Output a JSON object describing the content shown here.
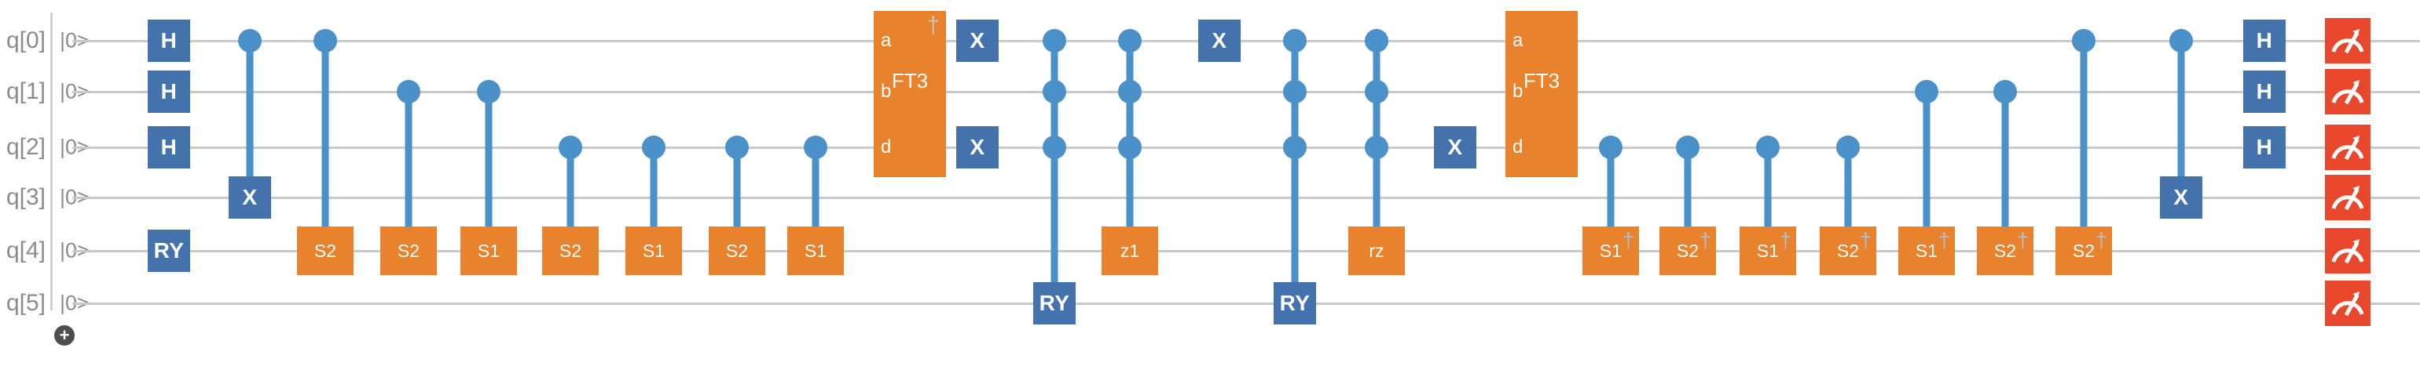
{
  "circuit": {
    "qubits": [
      {
        "label": "q[0]",
        "state": "|0>"
      },
      {
        "label": "q[1]",
        "state": "|0>"
      },
      {
        "label": "q[2]",
        "state": "|0>"
      },
      {
        "label": "q[3]",
        "state": "|0>"
      },
      {
        "label": "q[4]",
        "state": "|0>"
      },
      {
        "label": "q[5]",
        "state": "|0>"
      }
    ],
    "add_qubit_button": "+",
    "colors": {
      "gate_blue": "#4472ac",
      "gate_orange": "#e8822c",
      "measure_red": "#e8472c",
      "control_blue": "#4a90c9",
      "wire_gray": "#c9c9c9",
      "label_gray": "#8c8c8c",
      "dagger_gray": "#b9bcbe"
    },
    "dagger_symbol": "†",
    "operations": [
      {
        "name": "H",
        "kind": "single",
        "style": "blue",
        "wire": 0,
        "col": 0
      },
      {
        "name": "H",
        "kind": "single",
        "style": "blue",
        "wire": 1,
        "col": 0
      },
      {
        "name": "H",
        "kind": "single",
        "style": "blue",
        "wire": 2,
        "col": 0
      },
      {
        "name": "RY",
        "kind": "single",
        "style": "blue",
        "wire": 4,
        "col": 0
      },
      {
        "name": "X",
        "kind": "single",
        "style": "blue",
        "wire": 3,
        "col": 1,
        "controls": [
          0
        ]
      },
      {
        "name": "S2",
        "kind": "single",
        "style": "orange",
        "wire": 4,
        "col": 2,
        "controls": [
          0
        ]
      },
      {
        "name": "S2",
        "kind": "single",
        "style": "orange",
        "wire": 4,
        "col": 3,
        "controls": [
          1
        ]
      },
      {
        "name": "S1",
        "kind": "single",
        "style": "orange",
        "wire": 4,
        "col": 4,
        "controls": [
          1
        ]
      },
      {
        "name": "S2",
        "kind": "single",
        "style": "orange",
        "wire": 4,
        "col": 5,
        "controls": [
          2
        ]
      },
      {
        "name": "S1",
        "kind": "single",
        "style": "orange",
        "wire": 4,
        "col": 6,
        "controls": [
          2
        ]
      },
      {
        "name": "S2",
        "kind": "single",
        "style": "orange",
        "wire": 4,
        "col": 7,
        "controls": [
          2
        ]
      },
      {
        "name": "S1",
        "kind": "single",
        "style": "orange",
        "wire": 4,
        "col": 8,
        "controls": [
          2
        ]
      },
      {
        "name": "FT3",
        "kind": "block",
        "style": "orange",
        "col": 9,
        "wire_from": 0,
        "wire_to": 2,
        "ports": [
          "a",
          "b",
          "d"
        ],
        "dagger": true
      },
      {
        "name": "X",
        "kind": "single",
        "style": "blue",
        "wire": 0,
        "col": 10
      },
      {
        "name": "X",
        "kind": "single",
        "style": "blue",
        "wire": 2,
        "col": 10
      },
      {
        "name": "RY",
        "kind": "single",
        "style": "blue",
        "wire": 5,
        "col": 11,
        "controls": [
          0,
          1,
          2
        ]
      },
      {
        "name": "z1",
        "kind": "single",
        "style": "orange",
        "wire": 4,
        "col": 12,
        "controls": [
          0,
          1,
          2
        ]
      },
      {
        "name": "X",
        "kind": "single",
        "style": "blue",
        "wire": 0,
        "col": 13
      },
      {
        "name": "RY",
        "kind": "single",
        "style": "blue",
        "wire": 5,
        "col": 14,
        "controls": [
          0,
          1,
          2
        ]
      },
      {
        "name": "rz",
        "kind": "single",
        "style": "orange",
        "wire": 4,
        "col": 15,
        "controls": [
          0,
          1,
          2
        ]
      },
      {
        "name": "X",
        "kind": "single",
        "style": "blue",
        "wire": 2,
        "col": 16
      },
      {
        "name": "FT3",
        "kind": "block",
        "style": "orange",
        "col": 17,
        "wire_from": 0,
        "wire_to": 2,
        "ports": [
          "a",
          "b",
          "d"
        ],
        "dagger": false
      },
      {
        "name": "S1",
        "kind": "single",
        "style": "orange",
        "wire": 4,
        "col": 18,
        "controls": [
          2
        ],
        "dagger": true
      },
      {
        "name": "S2",
        "kind": "single",
        "style": "orange",
        "wire": 4,
        "col": 19,
        "controls": [
          2
        ],
        "dagger": true
      },
      {
        "name": "S1",
        "kind": "single",
        "style": "orange",
        "wire": 4,
        "col": 20,
        "controls": [
          2
        ],
        "dagger": true
      },
      {
        "name": "S2",
        "kind": "single",
        "style": "orange",
        "wire": 4,
        "col": 21,
        "controls": [
          2
        ],
        "dagger": true
      },
      {
        "name": "S1",
        "kind": "single",
        "style": "orange",
        "wire": 4,
        "col": 22,
        "controls": [
          1
        ],
        "dagger": true
      },
      {
        "name": "S2",
        "kind": "single",
        "style": "orange",
        "wire": 4,
        "col": 23,
        "controls": [
          1
        ],
        "dagger": true
      },
      {
        "name": "S2",
        "kind": "single",
        "style": "orange",
        "wire": 4,
        "col": 24,
        "controls": [
          0
        ],
        "dagger": true
      },
      {
        "name": "X",
        "kind": "single",
        "style": "blue",
        "wire": 3,
        "col": 25,
        "controls": [
          0
        ]
      },
      {
        "name": "H",
        "kind": "single",
        "style": "blue",
        "wire": 0,
        "col": 26
      },
      {
        "name": "H",
        "kind": "single",
        "style": "blue",
        "wire": 1,
        "col": 26
      },
      {
        "name": "H",
        "kind": "single",
        "style": "blue",
        "wire": 2,
        "col": 26
      },
      {
        "name": "measure-icon",
        "kind": "measure",
        "style": "red",
        "wire": 0,
        "col": 27
      },
      {
        "name": "measure-icon",
        "kind": "measure",
        "style": "red",
        "wire": 1,
        "col": 27
      },
      {
        "name": "measure-icon",
        "kind": "measure",
        "style": "red",
        "wire": 2,
        "col": 27
      },
      {
        "name": "measure-icon",
        "kind": "measure",
        "style": "red",
        "wire": 3,
        "col": 27
      },
      {
        "name": "measure-icon",
        "kind": "measure",
        "style": "red",
        "wire": 4,
        "col": 27
      },
      {
        "name": "measure-icon",
        "kind": "measure",
        "style": "red",
        "wire": 5,
        "col": 27
      }
    ]
  }
}
